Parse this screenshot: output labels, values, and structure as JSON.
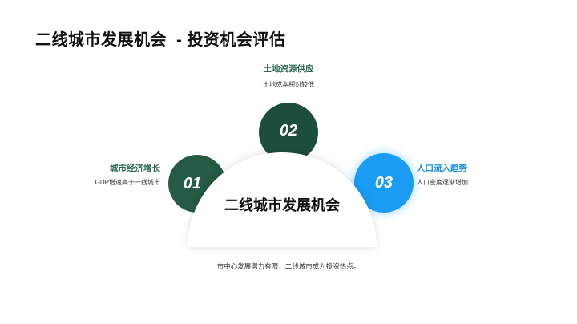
{
  "title": "二线城市发展机会  - 投资机会评估",
  "center": {
    "label": "二线城市发展机会",
    "color": "#ffffff"
  },
  "items": [
    {
      "number": "01",
      "label": "城市经济增长",
      "description": "GDP增速高于一线城市",
      "color": "#255a44"
    },
    {
      "number": "02",
      "label": "土地资源供应",
      "description": "土地成本相对较低",
      "color": "#1d4d3c"
    },
    {
      "number": "03",
      "label": "人口流入趋势",
      "description": "人口密度逐渐增加",
      "color": "#1a9cf5"
    }
  ],
  "footer": "市中心发展潜力有限，二线城市成为投资热点。"
}
